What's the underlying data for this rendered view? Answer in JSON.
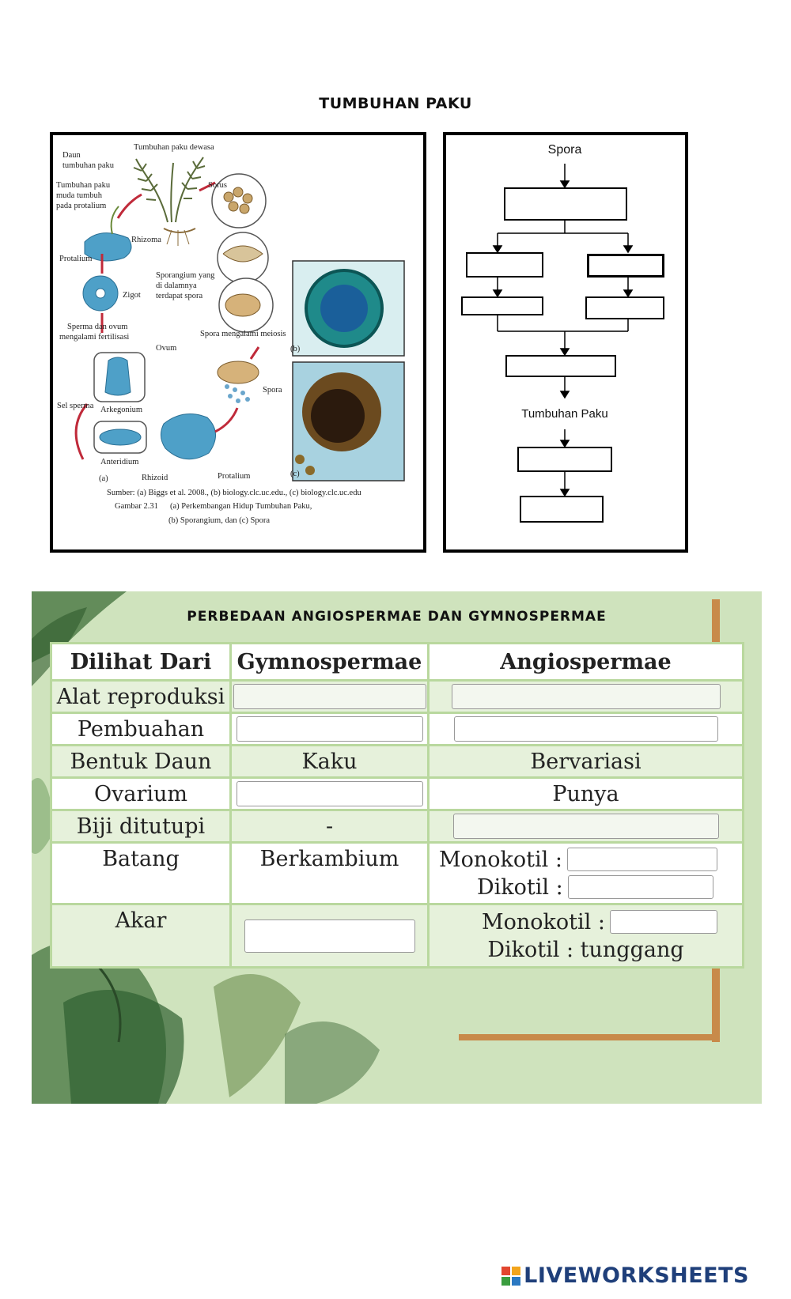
{
  "page": {
    "title": "TUMBUHAN PAKU"
  },
  "lifecycle_figure": {
    "labels": {
      "daun": "Daun",
      "daun2": "tumbuhan paku",
      "dewasa": "Tumbuhan paku dewasa",
      "muda1": "Tumbuhan paku",
      "muda2": "muda tumbuh",
      "muda3": "pada protalium",
      "sorus": "Sorus",
      "rhizoma": "Rhizoma",
      "protalium": "Protalium",
      "sporangium1": "Sporangium yang",
      "sporangium2": "di dalamnya",
      "sporangium3": "terdapat spora",
      "zigot": "Zigot",
      "sperma1": "Sperma  dan ovum",
      "sperma2": "mengalami  fertilisasi",
      "meiosis": "Spora mengalami meiosis",
      "ovum": "Ovum",
      "spora": "Spora",
      "selsperma": "Sel sperma",
      "arkegonium": "Arkegonium",
      "anteridium": "Anteridium",
      "rhizoid": "Rhizoid",
      "protalium2": "Protalium",
      "tag_a": "(a)",
      "tag_b": "(b)",
      "tag_c": "(c)"
    },
    "source": "Sumber: (a) Biggs et al. 2008., (b) biology.clc.uc.edu., (c) biology.clc.uc.edu",
    "caption_num": "Gambar 2.31",
    "caption_line1": "(a) Perkembangan Hidup Tumbuhan Paku,",
    "caption_line2": "(b) Sporangium, dan (c) Spora"
  },
  "flowchart": {
    "top_label": "Spora",
    "middle_label": "Tumbuhan  Paku"
  },
  "comparison": {
    "title": "PERBEDAAN ANGIOSPERMAE DAN GYMNOSPERMAE",
    "headers": [
      "Dilihat Dari",
      "Gymnospermae",
      "Angiospermae"
    ],
    "rows": {
      "alat": {
        "label": "Alat reproduksi"
      },
      "pembuahan": {
        "label": "Pembuahan"
      },
      "daun": {
        "label": "Bentuk Daun",
        "gymno": "Kaku",
        "angio": "Bervariasi"
      },
      "ovarium": {
        "label": "Ovarium",
        "angio": "Punya"
      },
      "biji": {
        "label": "Biji ditutupi",
        "gymno": "-"
      },
      "batang": {
        "label": "Batang",
        "gymno": "Berkambium",
        "angio_mono": "Monokotil :",
        "angio_di": "Dikotil :"
      },
      "akar": {
        "label": "Akar",
        "angio_mono": "Monokotil :",
        "angio_di": "Dikotil : tunggang"
      }
    }
  },
  "logo": {
    "text": "LIVEWORKSHEETS",
    "colors": [
      "#e2462f",
      "#f2a41c",
      "#3a9d3f",
      "#2a78c2"
    ]
  }
}
